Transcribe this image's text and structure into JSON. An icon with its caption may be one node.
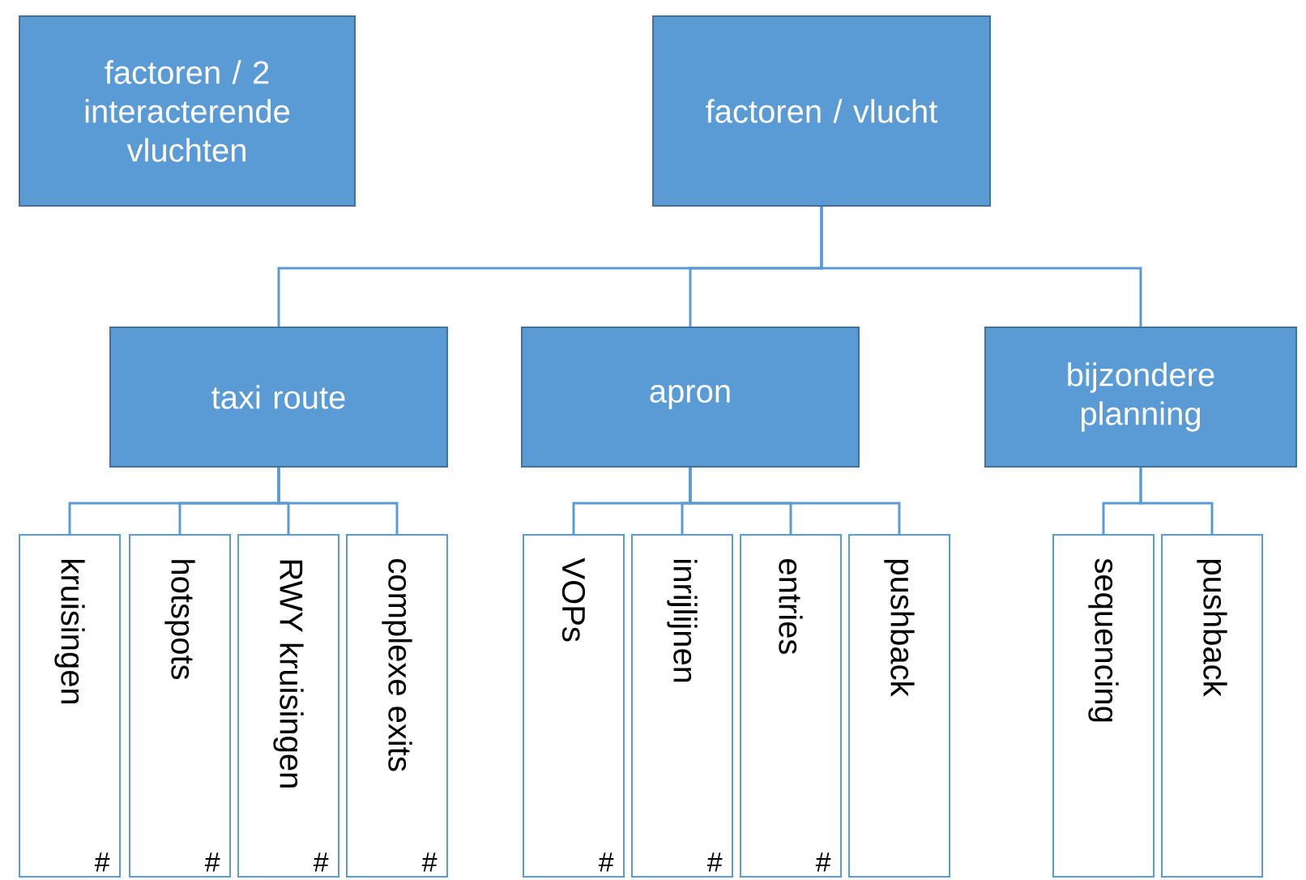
{
  "diagram": {
    "nodes": [
      {
        "text": [
          "factoren / 2 interacterende vluchten"
        ]
      },
      {
        "text": [
          "factoren / vlucht"
        ]
      },
      {
        "text": [
          "taxi route"
        ]
      },
      {
        "text": [
          "apron"
        ]
      },
      {
        "text": [
          "bijzondere planning"
        ]
      },
      {
        "text": [
          "kruisingen",
          "#"
        ]
      },
      {
        "text": [
          "hotspots",
          "#"
        ]
      },
      {
        "text": [
          "RWY kruisingen",
          "#"
        ]
      },
      {
        "text": [
          "complexe exits",
          "#"
        ]
      },
      {
        "text": [
          "VOPs",
          "#"
        ]
      },
      {
        "text": [
          "inrijlijnen",
          "#"
        ]
      },
      {
        "text": [
          "entries",
          "#"
        ]
      },
      {
        "text": [
          "pushback"
        ]
      },
      {
        "text": [
          "sequencing"
        ]
      },
      {
        "text": [
          "pushback"
        ]
      }
    ],
    "edges": [
      {
        "from": 1,
        "to": 2,
        "arrow": "none"
      },
      {
        "from": 1,
        "to": 3,
        "arrow": "none"
      },
      {
        "from": 1,
        "to": 4,
        "arrow": "none"
      },
      {
        "from": 2,
        "to": 5,
        "arrow": "none"
      },
      {
        "from": 2,
        "to": 6,
        "arrow": "none"
      },
      {
        "from": 2,
        "to": 7,
        "arrow": "none"
      },
      {
        "from": 2,
        "to": 8,
        "arrow": "none"
      },
      {
        "from": 3,
        "to": 9,
        "arrow": "none"
      },
      {
        "from": 3,
        "to": 10,
        "arrow": "none"
      },
      {
        "from": 3,
        "to": 11,
        "arrow": "none"
      },
      {
        "from": 3,
        "to": 12,
        "arrow": "none"
      },
      {
        "from": 4,
        "to": 13,
        "arrow": "none"
      },
      {
        "from": 4,
        "to": 14,
        "arrow": "none"
      }
    ]
  }
}
